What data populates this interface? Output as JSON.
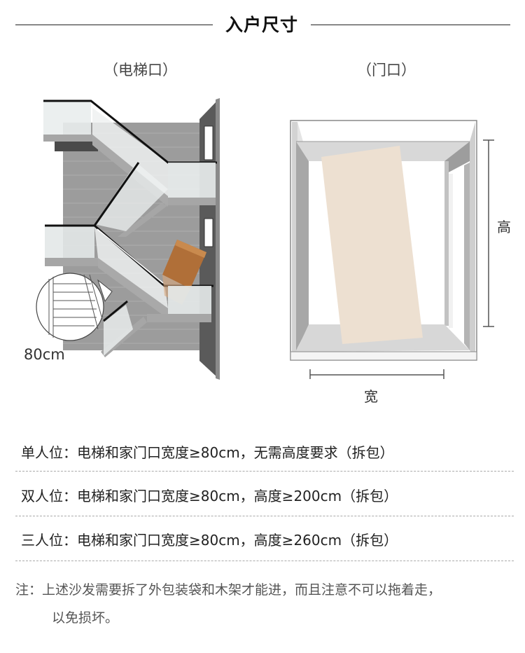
{
  "header": {
    "title": "入户尺寸"
  },
  "sections": {
    "elevator_label": "（电梯口）",
    "door_label": "（门口）"
  },
  "elevator_diagram": {
    "width_label": "80cm",
    "colors": {
      "wall": "#9a9a9a",
      "stair": "#a8a8a8",
      "glass": "#e8ecec",
      "rail": "#111111",
      "box": "#b5753f",
      "door_frame": "#555555"
    }
  },
  "door_diagram": {
    "height_label": "高",
    "width_label": "宽",
    "colors": {
      "frame": "#cfcfcf",
      "frame_dark": "#a9a9a9",
      "panel": "#ede0d1",
      "floor": "#d6d6d6"
    }
  },
  "requirements": [
    {
      "prefix": "单人位：",
      "text": "电梯和家门口宽度≥80cm，无需高度要求（拆包）"
    },
    {
      "prefix": "双人位：",
      "text": "电梯和家门口宽度≥80cm，高度≥200cm（拆包）"
    },
    {
      "prefix": "三人位：",
      "text": "电梯和家门口宽度≥80cm，高度≥260cm（拆包）"
    }
  ],
  "note": {
    "line1": "注：上述沙发需要拆了外包装袋和木架才能进，而且注意不可以拖着走，",
    "line2": "以免损坏。"
  }
}
